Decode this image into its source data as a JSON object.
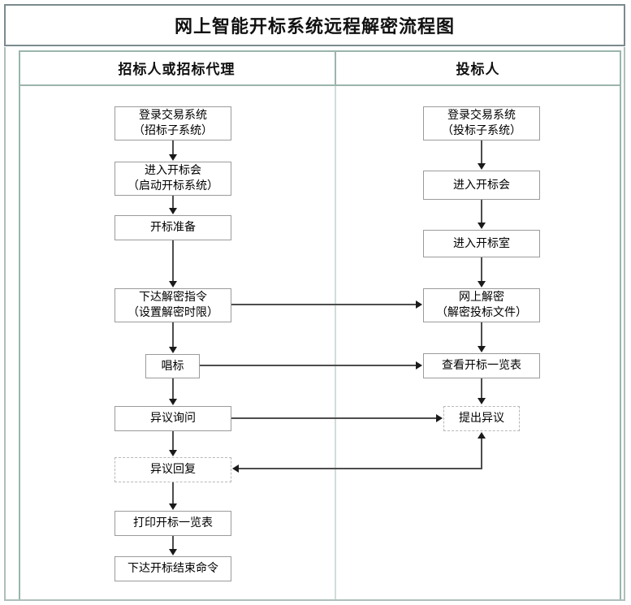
{
  "title": "网上智能开标系统远程解密流程图",
  "columns": [
    {
      "id": "tenderer",
      "header": "招标人或招标代理"
    },
    {
      "id": "bidder",
      "header": "投标人"
    }
  ],
  "colors": {
    "title_border": "#7b8a8f",
    "table_border": "#9ab5ae",
    "lane_divider": "#cfdedb",
    "node_border": "#9b9b9b",
    "node_border_dashed": "#b8b8b8",
    "connector": "#4d4d4d",
    "text": "#000000",
    "background": "#ffffff"
  },
  "left_nodes": [
    {
      "id": "l1",
      "line1": "登录交易系统",
      "line2": "（招标子系统）",
      "style": "solid"
    },
    {
      "id": "l2",
      "line1": "进入开标会",
      "line2": "（启动开标系统）",
      "style": "solid"
    },
    {
      "id": "l3",
      "line1": "开标准备",
      "line2": "",
      "style": "solid"
    },
    {
      "id": "l4",
      "line1": "下达解密指令",
      "line2": "（设置解密时限）",
      "style": "solid"
    },
    {
      "id": "l5",
      "line1": "唱标",
      "line2": "",
      "style": "solid"
    },
    {
      "id": "l6",
      "line1": "异议询问",
      "line2": "",
      "style": "solid"
    },
    {
      "id": "l7",
      "line1": "异议回复",
      "line2": "",
      "style": "dashed"
    },
    {
      "id": "l8",
      "line1": "打印开标一览表",
      "line2": "",
      "style": "solid"
    },
    {
      "id": "l9",
      "line1": "下达开标结束命令",
      "line2": "",
      "style": "solid"
    }
  ],
  "right_nodes": [
    {
      "id": "r1",
      "line1": "登录交易系统",
      "line2": "（投标子系统）",
      "style": "solid"
    },
    {
      "id": "r2",
      "line1": "进入开标会",
      "line2": "",
      "style": "solid"
    },
    {
      "id": "r3",
      "line1": "进入开标室",
      "line2": "",
      "style": "solid"
    },
    {
      "id": "r4",
      "line1": "网上解密",
      "line2": "（解密投标文件）",
      "style": "solid"
    },
    {
      "id": "r5",
      "line1": "查看开标一览表",
      "line2": "",
      "style": "solid"
    },
    {
      "id": "r6",
      "line1": "提出异议",
      "line2": "",
      "style": "dashed"
    }
  ],
  "connections": [
    {
      "from": "l1",
      "to": "l2",
      "kind": "vertical"
    },
    {
      "from": "l2",
      "to": "l3",
      "kind": "vertical"
    },
    {
      "from": "l3",
      "to": "l4",
      "kind": "vertical"
    },
    {
      "from": "l4",
      "to": "l5",
      "kind": "vertical"
    },
    {
      "from": "l5",
      "to": "l6",
      "kind": "vertical"
    },
    {
      "from": "l6",
      "to": "l7",
      "kind": "vertical"
    },
    {
      "from": "l7",
      "to": "l8",
      "kind": "vertical"
    },
    {
      "from": "l8",
      "to": "l9",
      "kind": "vertical"
    },
    {
      "from": "r1",
      "to": "r2",
      "kind": "vertical"
    },
    {
      "from": "r2",
      "to": "r3",
      "kind": "vertical"
    },
    {
      "from": "r3",
      "to": "r4",
      "kind": "vertical"
    },
    {
      "from": "r4",
      "to": "r5",
      "kind": "vertical"
    },
    {
      "from": "r5",
      "to": "r6",
      "kind": "vertical"
    },
    {
      "from": "l4",
      "to": "r4",
      "kind": "cross-right"
    },
    {
      "from": "l5",
      "to": "r5",
      "kind": "cross-right"
    },
    {
      "from": "l6",
      "to": "r6",
      "kind": "cross-right"
    },
    {
      "from": "r6",
      "to": "l7",
      "kind": "cross-left-return"
    }
  ]
}
